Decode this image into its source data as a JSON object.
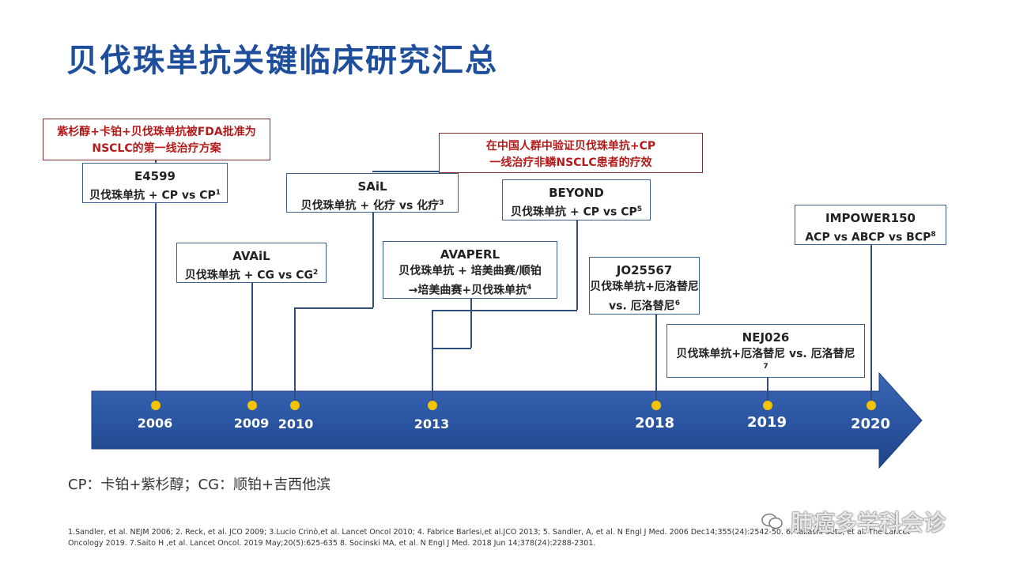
{
  "title": "贝伐珠单抗关键临床研究汇总",
  "notes": {
    "fda": [
      "紫杉醇+卡铂+贝伐珠单抗被FDA批准为",
      "NSCLC的第一线治疗方案"
    ],
    "china": [
      "在中国人群中验证贝伐珠单抗+CP",
      "一线治疗非鳞NSCLC患者的疗效"
    ]
  },
  "studies": {
    "e4599": {
      "name": "E4599",
      "line1": "贝伐珠单抗 + CP vs CP",
      "ref": "1"
    },
    "avail": {
      "name": "AVAiL",
      "line1": "贝伐珠单抗 + CG vs CG",
      "ref": "2"
    },
    "sail": {
      "name": "SAiL",
      "line1": "贝伐珠单抗 + 化疗 vs 化疗",
      "ref": "3"
    },
    "avaperl": {
      "name": "AVAPERL",
      "line1": "贝伐珠单抗 + 培美曲赛/顺铂",
      "line2": "→培美曲赛+贝伐珠单抗",
      "ref": "4"
    },
    "beyond": {
      "name": "BEYOND",
      "line1": "贝伐珠单抗 + CP vs CP",
      "ref": "5"
    },
    "jo25567": {
      "name": "JO25567",
      "line1": "贝伐珠单抗+厄洛替尼",
      "line2": "vs. 厄洛替尼",
      "ref": "6"
    },
    "nej026": {
      "name": "NEJ026",
      "line1": "贝伐珠单抗+厄洛替尼 vs. 厄洛替尼",
      "ref": "7"
    },
    "impower": {
      "name": "IMPOWER150",
      "line1": "ACP vs ABCP vs BCP",
      "ref": "8"
    }
  },
  "timeline": {
    "years": [
      "2006",
      "2009",
      "2010",
      "2013",
      "2018",
      "2019",
      "2020"
    ],
    "colors": {
      "arrow": "#2b56a3",
      "dot": "#f5c400",
      "title": "#1f4e9c",
      "note": "#b31b1b"
    }
  },
  "legend": "CP：卡铂+紫杉醇；CG：顺铂+吉西他滨",
  "references": [
    "1.Sandler, et al. NEJM 2006; 2. Reck, et al. JCO 2009; 3.Lucio Crinò,et al. Lancet Oncol 2010; 4. Fabrice Barlesi,et al.JCO 2013; 5. Sandler, A, et al. N Engl J Med. 2006 Dec14;355(24):2542-50. 6. Takashi Seto, et al. The Lancet",
    "Oncology 2019. 7.Saito H ,et al. Lancet Oncol. 2019 May;20(5):625-635  8. Socinski MA, et al. N Engl J Med. 2018  Jun 14;378(24):2288-2301."
  ],
  "watermark": "肺癌多学科会诊"
}
